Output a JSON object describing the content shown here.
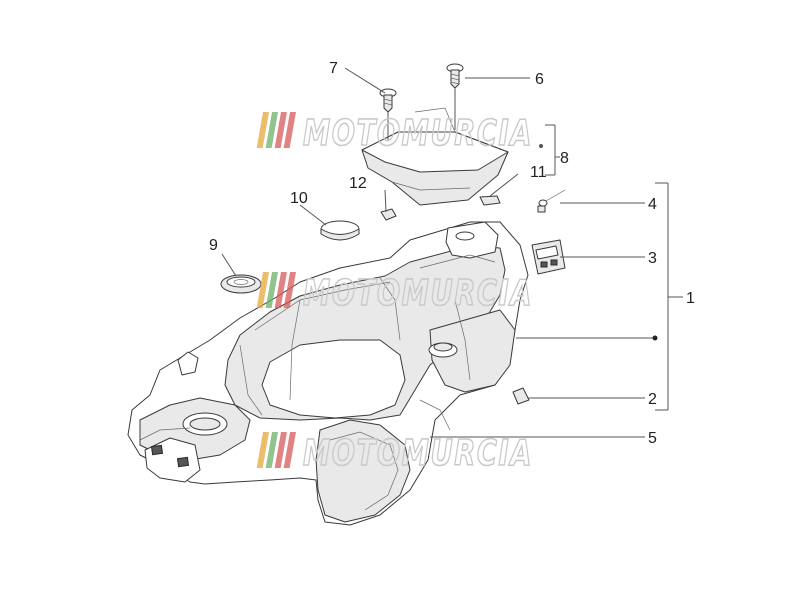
{
  "watermark": {
    "text": "MOTOMURCIA",
    "stripe_colors": [
      "#e4a83c",
      "#6db06a",
      "#d85a5a",
      "#d85a5a"
    ]
  },
  "callouts": {
    "c1": "1",
    "c2": "2",
    "c3": "3",
    "c4": "4",
    "c5": "5",
    "c6": "6",
    "c7": "7",
    "c8": "8",
    "c9": "9",
    "c10": "10",
    "c11": "11",
    "c12": "12"
  }
}
